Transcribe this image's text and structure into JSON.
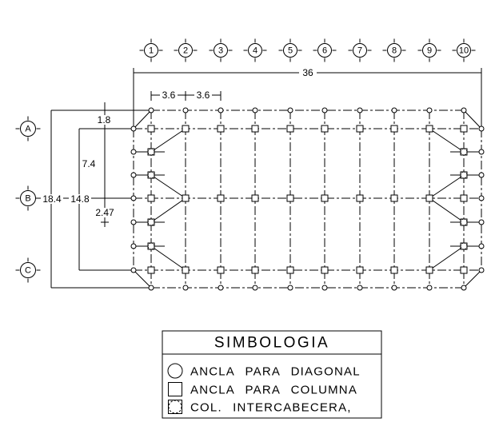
{
  "plan": {
    "column_axes": [
      "1",
      "2",
      "3",
      "4",
      "5",
      "6",
      "7",
      "8",
      "9",
      "10"
    ],
    "row_axes": [
      "A",
      "B",
      "C"
    ],
    "dimensions": {
      "total_width": "36",
      "bay_left_1": "3.6",
      "bay_left_2": "3.6",
      "edge_offset": "1.8",
      "span_a_b": "7.4",
      "sub_span": "2.47",
      "total_depth": "18.4",
      "span_a_c": "14.8"
    }
  },
  "legend": {
    "title": "SIMBOLOGIA",
    "items": [
      {
        "symbol": "circle-icon",
        "label": "ANCLA PARA DIAGONAL"
      },
      {
        "symbol": "square-icon",
        "label": "ANCLA PARA COLUMNA"
      },
      {
        "symbol": "square-dashed-circle-icon",
        "label": "COL. INTERCABECERA,"
      }
    ]
  }
}
